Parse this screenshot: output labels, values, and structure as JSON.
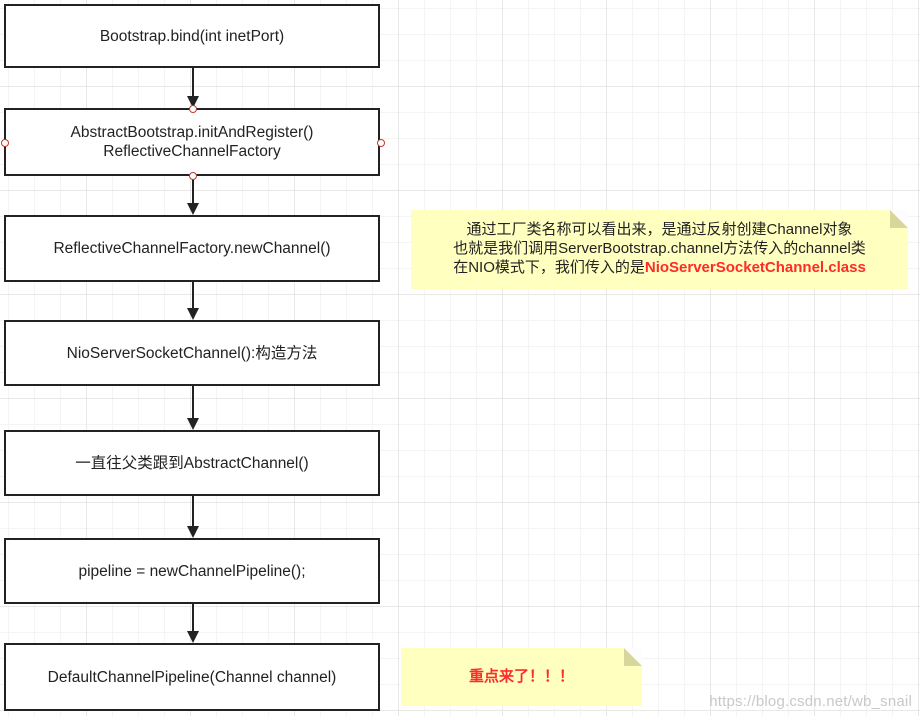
{
  "flow": {
    "steps": [
      {
        "line1": "Bootstrap.bind(int inetPort)"
      },
      {
        "line1": "AbstractBootstrap.initAndRegister()",
        "line2": "ReflectiveChannelFactory"
      },
      {
        "line1": "ReflectiveChannelFactory.newChannel()"
      },
      {
        "line1": "NioServerSocketChannel():构造方法"
      },
      {
        "line1": "一直往父类跟到AbstractChannel()"
      },
      {
        "line1": "pipeline = newChannelPipeline();"
      },
      {
        "line1": "DefaultChannelPipeline(Channel channel)"
      }
    ]
  },
  "notes": {
    "factory_note": {
      "line1": "通过工厂类名称可以看出来，是通过反射创建Channel对象",
      "line2": "也就是我们调用ServerBootstrap.channel方法传入的channel类",
      "line3_prefix": "在NIO模式下，我们传入的是",
      "line3_highlight": "NioServerSocketChannel.class"
    },
    "pipeline_note": {
      "text": "重点来了！！！"
    }
  },
  "watermark": "https://blog.csdn.net/wb_snail",
  "colors": {
    "note_bg": "#ffffc0",
    "highlight": "#ff2a2a",
    "box_border": "#222222"
  }
}
